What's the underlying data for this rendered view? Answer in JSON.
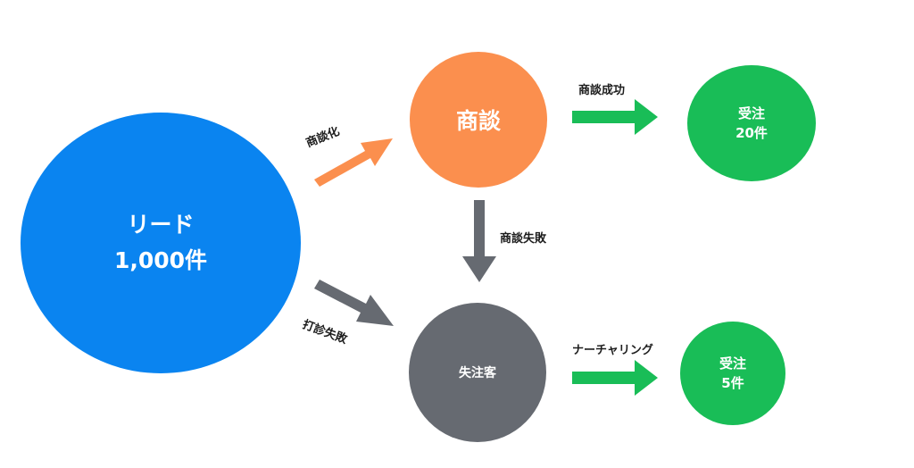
{
  "nodes": {
    "lead": {
      "line1": "リード",
      "line2": "1,000件",
      "color": "#0a84f0"
    },
    "deal": {
      "label": "商談",
      "color": "#fb8f4e"
    },
    "won_20": {
      "line1": "受注",
      "line2": "20件",
      "color": "#19bd57"
    },
    "lost": {
      "label": "失注客",
      "color": "#666a71"
    },
    "won_5": {
      "line1": "受注",
      "line2": "5件",
      "color": "#19bd57"
    }
  },
  "edges": {
    "to_deal": {
      "label": "商談化",
      "color": "#fb8f4e"
    },
    "deal_success": {
      "label": "商談成功",
      "color": "#19bd57"
    },
    "deal_fail": {
      "label": "商談失敗",
      "color": "#666a71"
    },
    "sound_fail": {
      "label": "打診失敗",
      "color": "#666a71"
    },
    "nurturing": {
      "label": "ナーチャリング",
      "color": "#19bd57"
    }
  }
}
